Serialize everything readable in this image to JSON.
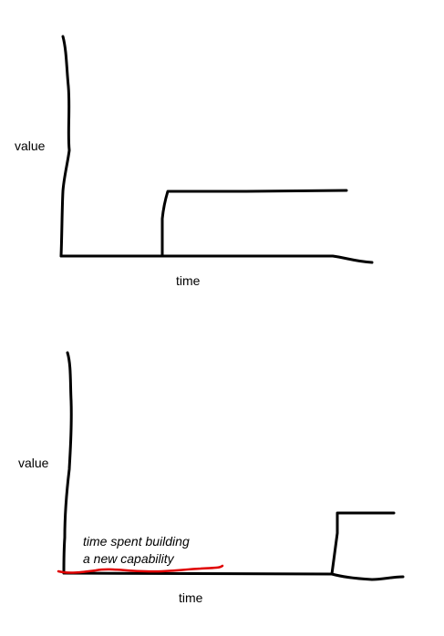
{
  "diagrams": [
    {
      "y_axis_label": "value",
      "x_axis_label": "time"
    },
    {
      "y_axis_label": "value",
      "x_axis_label": "time",
      "annotation": {
        "line1": "time spent building",
        "line2": "a new capability"
      }
    }
  ],
  "colors": {
    "ink": "#000000",
    "highlight": "#e00000",
    "background": "#ffffff"
  }
}
